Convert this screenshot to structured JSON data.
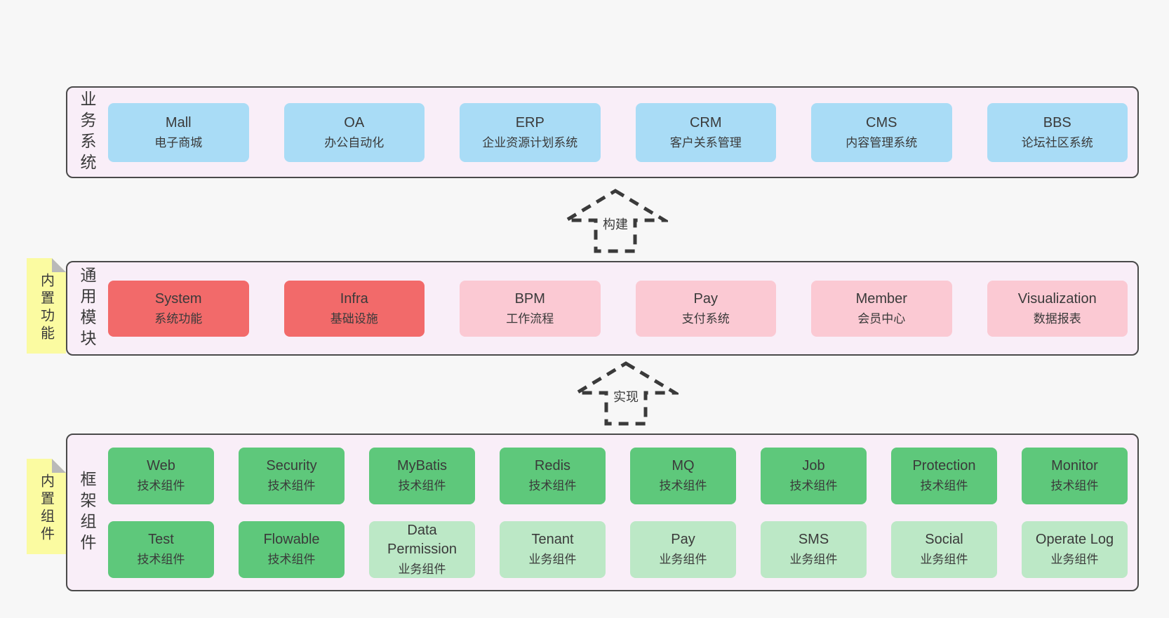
{
  "colors": {
    "page_bg": "#f7f7f7",
    "band_bg": "#f9eef8",
    "band_border": "#4a4a4a",
    "text": "#3a3a3a",
    "note_bg": "#fbfba1",
    "note_fold": "#b9b9b9",
    "variants": {
      "blue": "#a9dcf6",
      "red": "#f26a6a",
      "pink": "#fbc9d3",
      "green": "#5ec87b",
      "green_light": "#bce8c6"
    }
  },
  "arrows": [
    {
      "label": "构建"
    },
    {
      "label": "实现"
    }
  ],
  "bands": [
    {
      "id": "business-systems",
      "label": "业务系统",
      "note": null,
      "rows": [
        [
          {
            "name": "Mall",
            "subtitle": "电子商城",
            "variant": "blue"
          },
          {
            "name": "OA",
            "subtitle": "办公自动化",
            "variant": "blue"
          },
          {
            "name": "ERP",
            "subtitle": "企业资源计划系统",
            "variant": "blue"
          },
          {
            "name": "CRM",
            "subtitle": "客户关系管理",
            "variant": "blue"
          },
          {
            "name": "CMS",
            "subtitle": "内容管理系统",
            "variant": "blue"
          },
          {
            "name": "BBS",
            "subtitle": "论坛社区系统",
            "variant": "blue"
          }
        ]
      ]
    },
    {
      "id": "common-modules",
      "label": "通用模块",
      "note": "内置功能",
      "rows": [
        [
          {
            "name": "System",
            "subtitle": "系统功能",
            "variant": "red"
          },
          {
            "name": "Infra",
            "subtitle": "基础设施",
            "variant": "red"
          },
          {
            "name": "BPM",
            "subtitle": "工作流程",
            "variant": "pink"
          },
          {
            "name": "Pay",
            "subtitle": "支付系统",
            "variant": "pink"
          },
          {
            "name": "Member",
            "subtitle": "会员中心",
            "variant": "pink"
          },
          {
            "name": "Visualization",
            "subtitle": "数据报表",
            "variant": "pink"
          }
        ]
      ]
    },
    {
      "id": "framework-components",
      "label": "框架组件",
      "note": "内置组件",
      "rows": [
        [
          {
            "name": "Web",
            "subtitle": "技术组件",
            "variant": "green"
          },
          {
            "name": "Security",
            "subtitle": "技术组件",
            "variant": "green"
          },
          {
            "name": "MyBatis",
            "subtitle": "技术组件",
            "variant": "green"
          },
          {
            "name": "Redis",
            "subtitle": "技术组件",
            "variant": "green"
          },
          {
            "name": "MQ",
            "subtitle": "技术组件",
            "variant": "green"
          },
          {
            "name": "Job",
            "subtitle": "技术组件",
            "variant": "green"
          },
          {
            "name": "Protection",
            "subtitle": "技术组件",
            "variant": "green"
          },
          {
            "name": "Monitor",
            "subtitle": "技术组件",
            "variant": "green"
          }
        ],
        [
          {
            "name": "Test",
            "subtitle": "技术组件",
            "variant": "green"
          },
          {
            "name": "Flowable",
            "subtitle": "技术组件",
            "variant": "green"
          },
          {
            "name": "Data Permission",
            "subtitle": "业务组件",
            "variant": "green_light"
          },
          {
            "name": "Tenant",
            "subtitle": "业务组件",
            "variant": "green_light"
          },
          {
            "name": "Pay",
            "subtitle": "业务组件",
            "variant": "green_light"
          },
          {
            "name": "SMS",
            "subtitle": "业务组件",
            "variant": "green_light"
          },
          {
            "name": "Social",
            "subtitle": "业务组件",
            "variant": "green_light"
          },
          {
            "name": "Operate Log",
            "subtitle": "业务组件",
            "variant": "green_light"
          }
        ]
      ]
    }
  ]
}
